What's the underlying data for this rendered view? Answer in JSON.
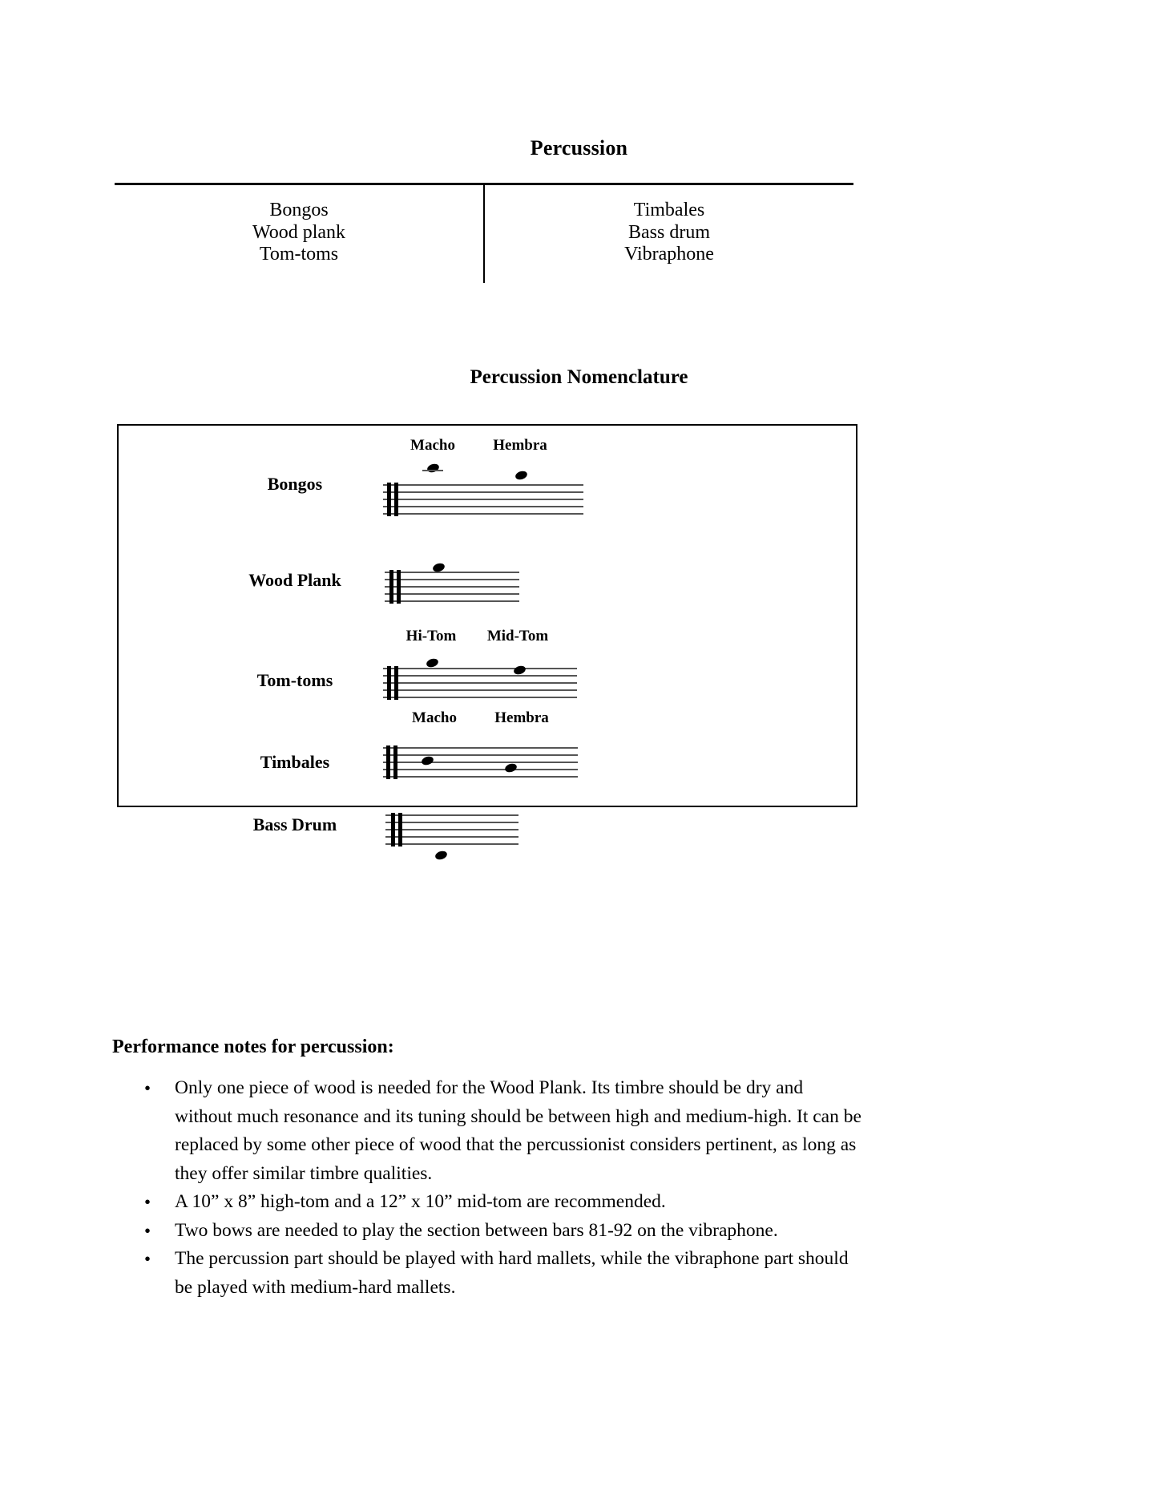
{
  "document": {
    "title": "Percussion",
    "nomenclature_heading": "Percussion Nomenclature",
    "performance_heading": "Performance notes for percussion:"
  },
  "instrument_table": {
    "left_column": [
      "Bongos",
      "Wood plank",
      "Tom-toms"
    ],
    "right_column": [
      "Timbales",
      "Bass drum",
      "Vibraphone"
    ]
  },
  "nomenclature": {
    "staves": [
      {
        "label": "Bongos",
        "note_labels": [
          "Macho",
          "Hembra"
        ]
      },
      {
        "label": "Wood Plank",
        "note_labels": []
      },
      {
        "label": "Tom-toms",
        "note_labels": [
          "Hi-Tom",
          "Mid-Tom"
        ]
      },
      {
        "label": "Timbales",
        "note_labels": [
          "Macho",
          "Hembra"
        ]
      },
      {
        "label": "Bass Drum",
        "note_labels": []
      }
    ]
  },
  "performance_notes": {
    "bullet": "•",
    "items": [
      "Only one piece of wood is needed for the Wood Plank. Its timbre should be dry and without much resonance and its tuning should be between high and medium-high. It can be replaced by some other piece of wood that the percussionist considers pertinent, as long as they offer similar timbre qualities.",
      "A 10” x 8” high-tom and a 12” x 10” mid-tom are recommended.",
      "Two bows are needed to play the section between bars 81-92 on the vibraphone.",
      "The percussion part should be played with hard mallets, while the vibraphone part should be played with medium-hard mallets."
    ]
  },
  "colors": {
    "text": "#000000",
    "staff_line": "#555555",
    "page_background": "#ffffff"
  }
}
